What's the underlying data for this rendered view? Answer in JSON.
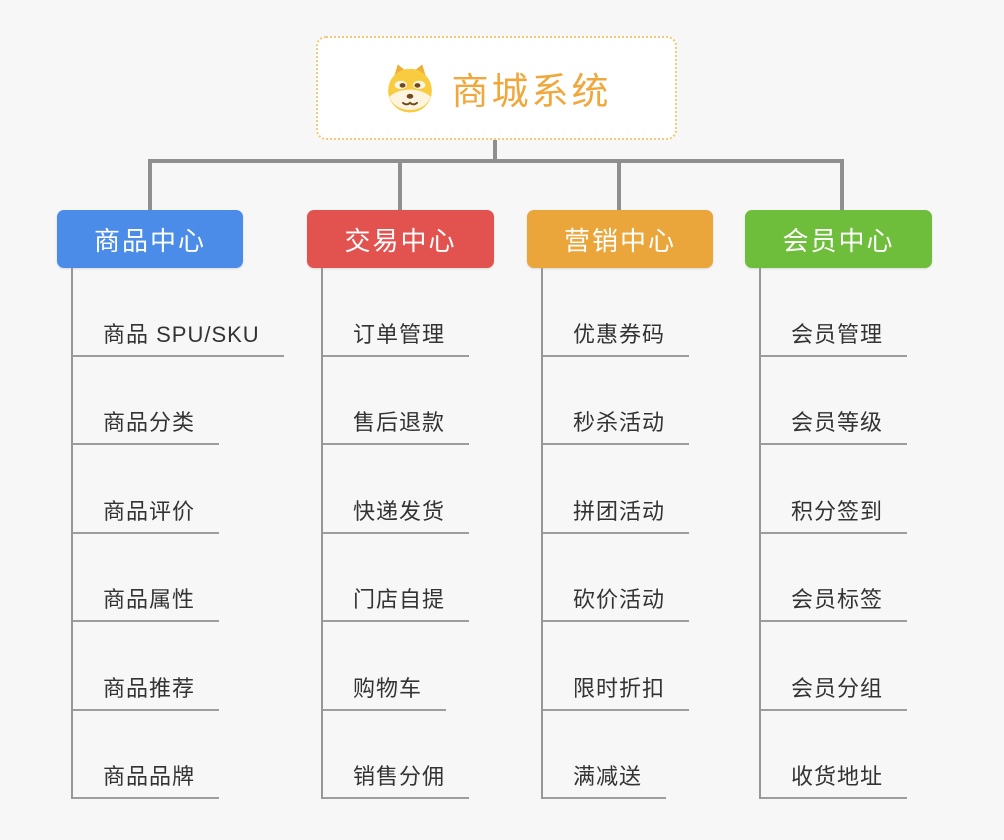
{
  "canvas": {
    "background": "#f7f7f7"
  },
  "root": {
    "title": "商城系统",
    "icon": "doge-icon",
    "title_color": "#F0A73C",
    "border_color": "#F3C878",
    "background": "#ffffff"
  },
  "connectors": {
    "trunk_color": "#8F8F8F",
    "branch_line_color": "#9A9A9A"
  },
  "branches": [
    {
      "label": "商品中心",
      "color": "#4A8CE8",
      "items": [
        "商品 SPU/SKU",
        "商品分类",
        "商品评价",
        "商品属性",
        "商品推荐",
        "商品品牌"
      ]
    },
    {
      "label": "交易中心",
      "color": "#E25350",
      "items": [
        "订单管理",
        "售后退款",
        "快递发货",
        "门店自提",
        "购物车",
        "销售分佣"
      ]
    },
    {
      "label": "营销中心",
      "color": "#EBA63B",
      "items": [
        "优惠券码",
        "秒杀活动",
        "拼团活动",
        "砍价活动",
        "限时折扣",
        "满减送"
      ]
    },
    {
      "label": "会员中心",
      "color": "#6EBE3C",
      "items": [
        "会员管理",
        "会员等级",
        "积分签到",
        "会员标签",
        "会员分组",
        "收货地址"
      ]
    }
  ]
}
